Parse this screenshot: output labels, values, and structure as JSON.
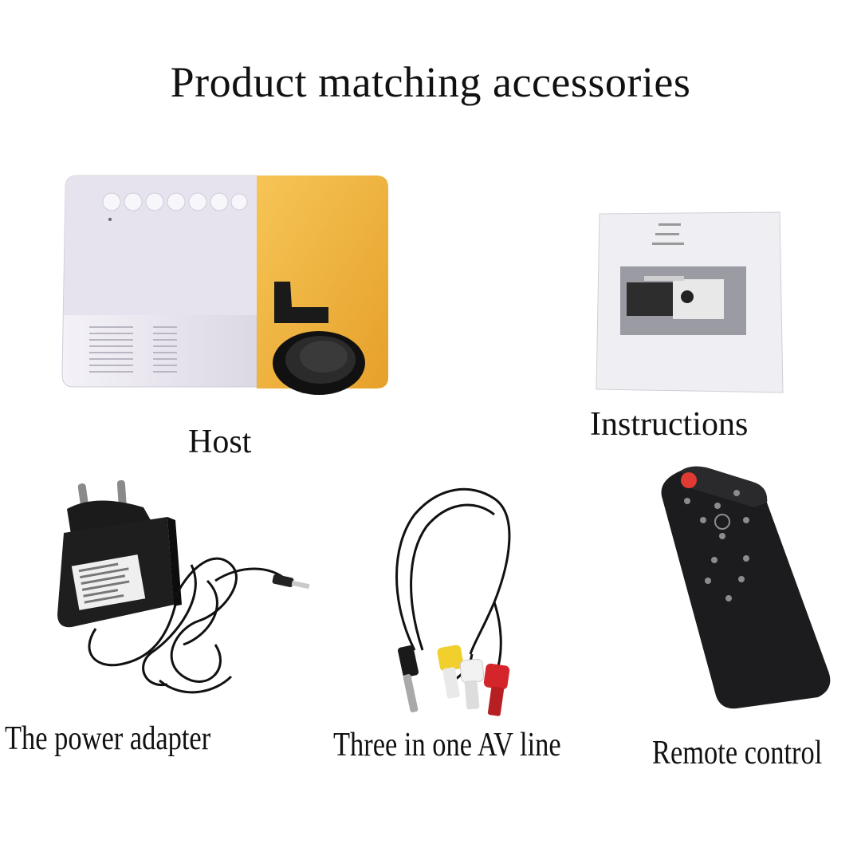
{
  "title": "Product matching accessories",
  "items": [
    {
      "label": "Host",
      "icon": "projector-icon"
    },
    {
      "label": "Instructions",
      "icon": "manual-icon"
    },
    {
      "label": "The power adapter",
      "icon": "power-adapter-icon"
    },
    {
      "label": "Three in one AV line",
      "icon": "av-cable-icon"
    },
    {
      "label": "Remote control",
      "icon": "remote-control-icon"
    }
  ],
  "colors": {
    "projector_white": "#ece9f2",
    "projector_yellow": "#f3b33d",
    "lens_black": "#151515",
    "plug_red": "#d4262a",
    "plug_yellow": "#f1cf2d",
    "remote_red": "#e03a32"
  }
}
